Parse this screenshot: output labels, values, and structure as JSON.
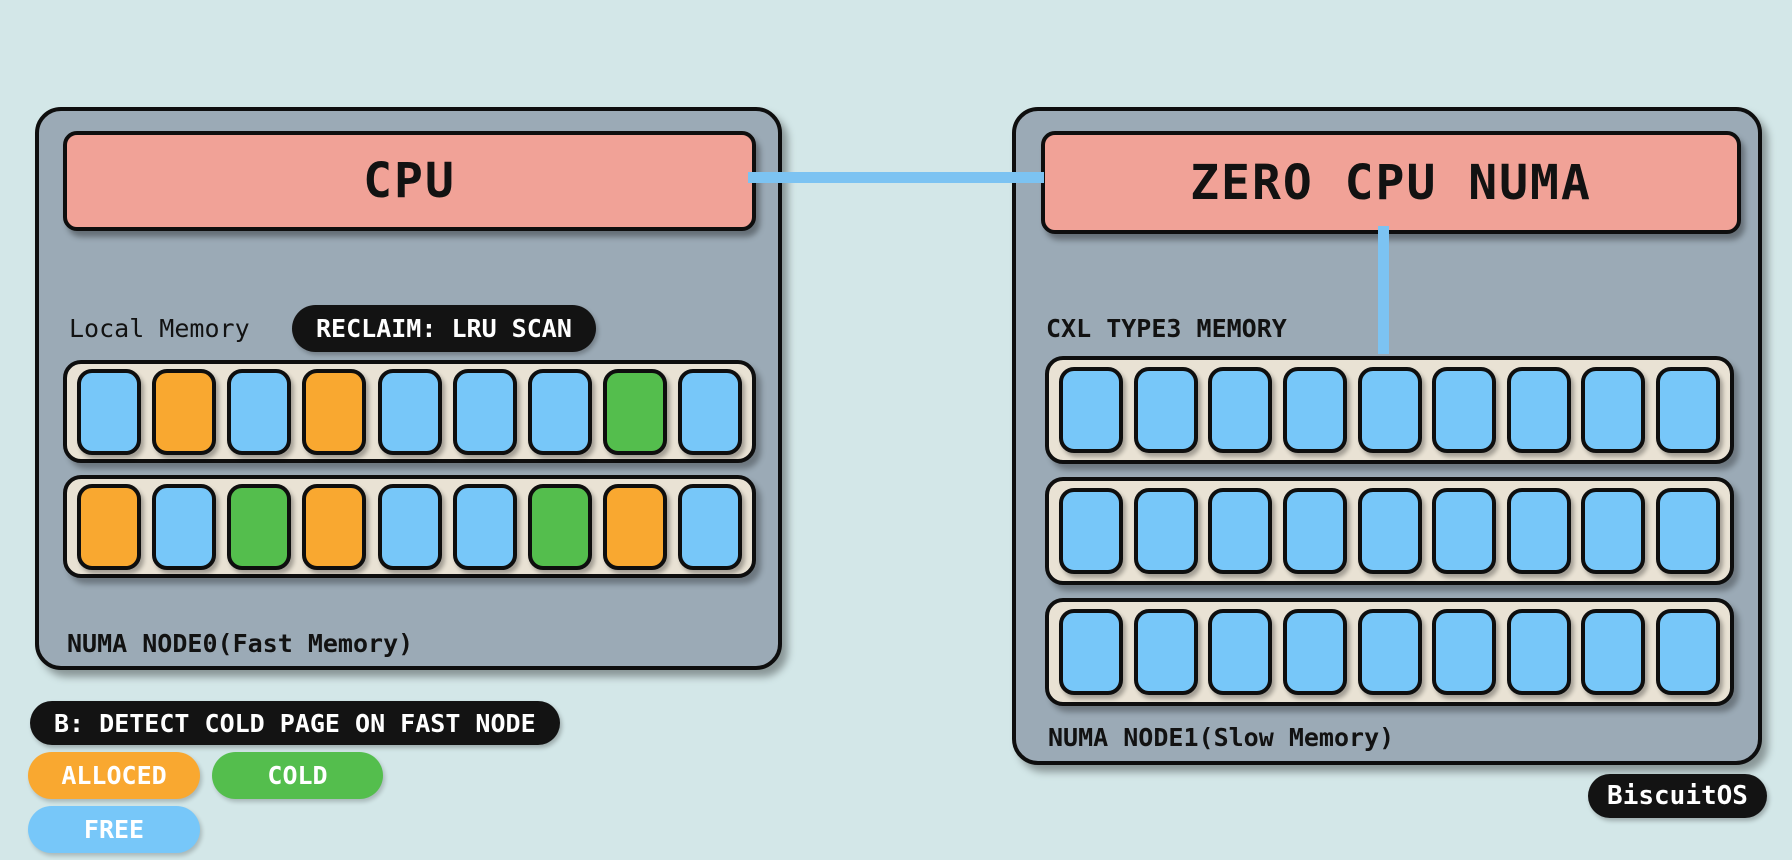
{
  "colors": {
    "alloced": "#f9a830",
    "cold": "#54be4d",
    "free": "#77c7f9",
    "link": "#7cc3f2",
    "cpu_header": "#f1a297",
    "node_fill": "#9baab6",
    "slot_row_bg": "#e9e2d4",
    "badge_bg": "#131313",
    "background": "#d3e7e8"
  },
  "node0": {
    "cpu_label": "CPU",
    "memory_label": "Local Memory",
    "reclaim_badge": "RECLAIM: LRU SCAN",
    "node_label": "NUMA NODE0(Fast Memory)",
    "rows": [
      [
        "free",
        "alloced",
        "free",
        "alloced",
        "free",
        "free",
        "free",
        "cold",
        "free"
      ],
      [
        "alloced",
        "free",
        "cold",
        "alloced",
        "free",
        "free",
        "cold",
        "alloced",
        "free"
      ]
    ]
  },
  "node1": {
    "cpu_label": "ZERO CPU NUMA",
    "memory_label": "CXL TYPE3 MEMORY",
    "node_label": "NUMA NODE1(Slow Memory)",
    "rows": [
      [
        "free",
        "free",
        "free",
        "free",
        "free",
        "free",
        "free",
        "free",
        "free"
      ],
      [
        "free",
        "free",
        "free",
        "free",
        "free",
        "free",
        "free",
        "free",
        "free"
      ],
      [
        "free",
        "free",
        "free",
        "free",
        "free",
        "free",
        "free",
        "free",
        "free"
      ]
    ]
  },
  "legend": {
    "title": "B: DETECT COLD PAGE ON FAST NODE",
    "items": [
      {
        "label": "ALLOCED",
        "state": "alloced"
      },
      {
        "label": "COLD",
        "state": "cold"
      },
      {
        "label": "FREE",
        "state": "free"
      }
    ]
  },
  "watermark": "BiscuitOS"
}
